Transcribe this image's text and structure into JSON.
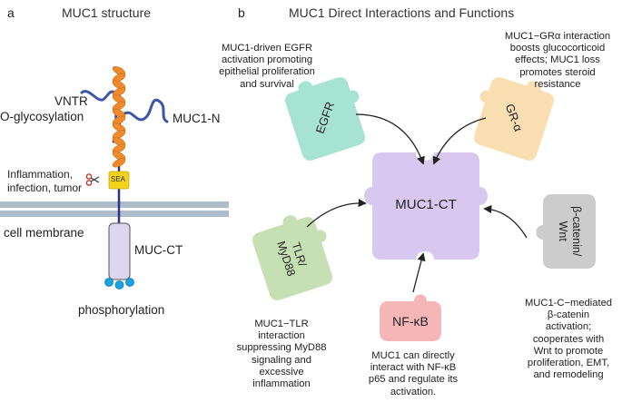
{
  "panel_a": {
    "letter": "a",
    "title": "MUC1 structure",
    "vntr_line1": "VNTR",
    "vntr_line2": "O-glycosylation",
    "muc1n": "MUC1-N",
    "inflammation_line1": "Inflammation,",
    "inflammation_line2": "infection,  tumor",
    "sea": "SEA",
    "cell_membrane": "cell membrane",
    "mucct": "MUC-CT",
    "phosphorylation": "phosphorylation"
  },
  "panel_b": {
    "letter": "b",
    "title": "MUC1 Direct Interactions and Functions",
    "center": "MUC1-CT",
    "partners": {
      "egfr": {
        "label": "EGFR",
        "color": "#a6e3d2",
        "caption": [
          "MUC1-driven EGFR",
          "activation promoting",
          "epithelial proliferation",
          "and survival"
        ]
      },
      "gr": {
        "label": "GR-α",
        "color": "#f8deb1",
        "caption": [
          "MUC1−GRα interaction",
          "boosts glucocorticoid",
          "effects; MUC1 loss",
          "promotes steroid",
          "resistance"
        ]
      },
      "tlr": {
        "label_lines": [
          "TLR/",
          "MyD88"
        ],
        "color": "#c5e0b3",
        "caption": [
          "MUC1−TLR",
          "interaction",
          "suppressing MyD88",
          "signaling and",
          "excessive",
          "inflammation"
        ]
      },
      "bcatenin": {
        "label_lines": [
          "β-catenin/",
          "Wnt"
        ],
        "color": "#cccccc",
        "caption": [
          "MUC1-C−mediated",
          "β-catenin",
          "activation;",
          "cooperates with",
          "Wnt to promote",
          "proliferation, EMT,",
          "and remodeling"
        ]
      },
      "nfkb": {
        "label": "NF-κB",
        "color": "#f5b6b8",
        "caption": [
          "MUC1 can directly",
          "interact with NF-κB",
          "p65 and regulate its",
          "activation."
        ]
      }
    }
  },
  "colors": {
    "center_fill": "#d8c8ef",
    "helix": "#f08a2c",
    "glycan": "#3d56a6",
    "stalk": "#2f2f8f",
    "sea": "#f2d21a",
    "membrane": "#aebdcc",
    "phospho": "#1ba3e0",
    "ct_box": "#ddd6f0"
  }
}
